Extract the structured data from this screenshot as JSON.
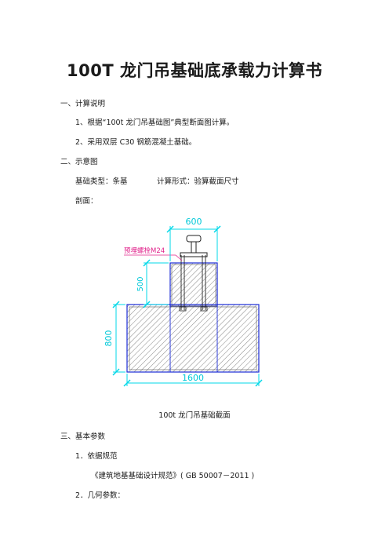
{
  "title": "100T 龙门吊基础底承载力计算书",
  "sections": {
    "s1_heading": "一、计算说明",
    "s1_item1": "1、根据“100t 龙门吊基础图”典型断面图计算。",
    "s1_item2": "2、采用双层 C30 钢筋混凝土基础。",
    "s2_heading": "二、示意图",
    "s2_type": "基础类型：条基",
    "s2_calc": "计算形式：验算截面尺寸",
    "s2_section": "剖面：",
    "s3_heading": "三、基本参数",
    "s3_item1": "1．依据规范",
    "s3_code": "《建筑地基基础设计规范》( GB 50007－2011 )",
    "s3_item2": "2．几何参数："
  },
  "figure": {
    "dim_top": "600",
    "dim_bottom": "1600",
    "dim_left_upper": "500",
    "dim_left_total": "800",
    "bolt_label": "预埋螺栓M24",
    "caption": "100t 龙门吊基础截面"
  },
  "colors": {
    "dimension": "#00d8e8",
    "outline": "#1a2bd6",
    "hatch": "#555555",
    "bolt_label": "#e0208a"
  }
}
